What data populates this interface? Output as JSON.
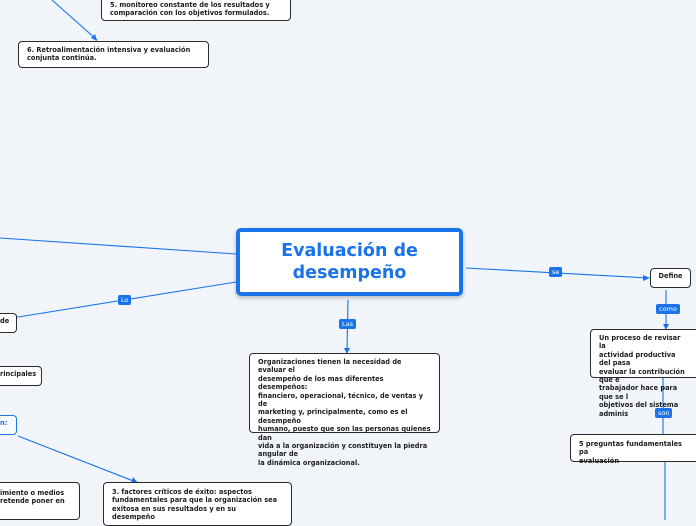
{
  "central_topic": "Evaluación de\ndesempeño",
  "connector_labels": {
    "se": "se",
    "como": "como",
    "son": "son",
    "las": "Las",
    "lo": "Lo"
  },
  "nodes": {
    "monitoreo": "5. monitoreo constante de los resultados y\ncomparación con los objetivos formulados.",
    "retroalimentacion": "6. Retroalimentación intensiva y evaluación\nconjunta continúa.",
    "define": "Define",
    "proceso": "Un proceso de revisar la\nactividad productiva del pasa\nevaluar la contribución que e\ntrabajador hace para que se l\nobjetivos del sistema adminis",
    "preguntas": "5 preguntas fundamentales pa\nevaluación",
    "organizaciones": "Organizaciones tienen la necesidad de evaluar el\ndesempeño de los mas diferentes desempeños:\nfinanciero, operacional, técnico, de ventas y de\nmarketing y, principalmente, como es el\ndesempeño\nhumano, puesto que son las personas quienes dan\nvida a la organización y constituyen la piedra\nangular de\nla dinámica organizacional.",
    "factores": "3. factores críticos de éxito: aspectos\nfundamentales para que la organización sea\nexitosa en sus resultados y en su\ndesempeño",
    "left_de": "de",
    "left_principales": "rincipales",
    "left_colon": "n:",
    "left_medios": "imiento o medios\nretende poner en"
  }
}
